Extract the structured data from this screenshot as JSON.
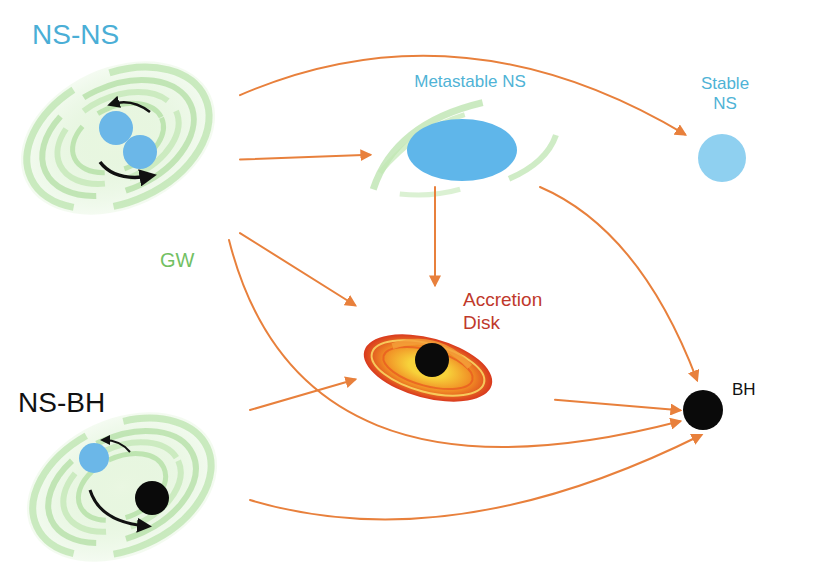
{
  "diagram": {
    "nodes": [
      {
        "text": [
          "NS-NS"
        ]
      },
      {
        "text": [
          "Metastable NS"
        ]
      },
      {
        "text": [
          "Stable NS"
        ]
      },
      {
        "text": [
          "Accretion Disk"
        ]
      },
      {
        "text": [
          "NS-BH"
        ]
      },
      {
        "text": [
          "BH"
        ]
      }
    ],
    "edges": [
      {
        "from": 0,
        "to": 2,
        "arrow": "to"
      },
      {
        "from": 0,
        "to": 1,
        "arrow": "to"
      },
      {
        "from": 0,
        "to": 3,
        "arrow": "to"
      },
      {
        "from": 0,
        "to": 5,
        "arrow": "to"
      },
      {
        "from": 1,
        "to": 3,
        "arrow": "to"
      },
      {
        "from": 1,
        "to": 5,
        "arrow": "to"
      },
      {
        "from": 3,
        "to": 5,
        "arrow": "to"
      },
      {
        "from": 4,
        "to": 3,
        "arrow": "to"
      },
      {
        "from": 4,
        "to": 5,
        "arrow": "to"
      }
    ],
    "labels": [
      "GW"
    ]
  }
}
